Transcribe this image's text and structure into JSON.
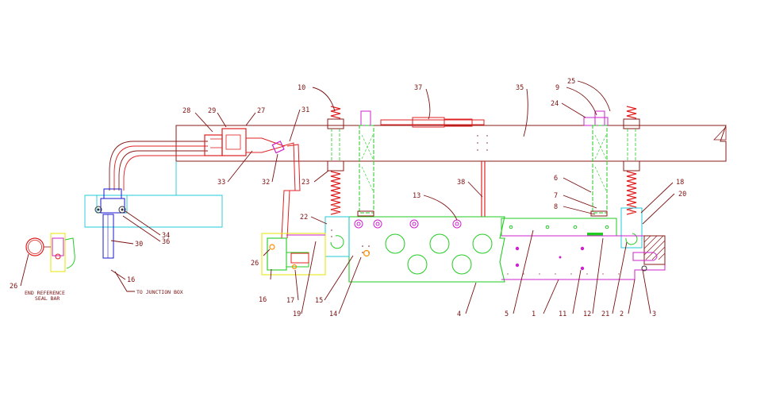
{
  "colors": {
    "frame": "#8b1a1a",
    "leader": "#7a1010",
    "green": "#22cc22",
    "cyan": "#22c8d8",
    "magenta": "#cc22cc",
    "red": "#e02020",
    "blue": "#1a1acc",
    "yellow": "#e6e600",
    "orange": "#ff8c00"
  },
  "notes": {
    "to_junction_box": "TO JUNCTION BOX",
    "end_ref_line1": "END REFERENCE",
    "end_ref_line2": "SEAL BAR"
  },
  "callouts": [
    {
      "id": "c1",
      "text": "1"
    },
    {
      "id": "c2",
      "text": "2"
    },
    {
      "id": "c3",
      "text": "3"
    },
    {
      "id": "c4",
      "text": "4"
    },
    {
      "id": "c5",
      "text": "5"
    },
    {
      "id": "c6",
      "text": "6"
    },
    {
      "id": "c7",
      "text": "7"
    },
    {
      "id": "c8",
      "text": "8"
    },
    {
      "id": "c9",
      "text": "9"
    },
    {
      "id": "c10",
      "text": "10"
    },
    {
      "id": "c11",
      "text": "11"
    },
    {
      "id": "c12",
      "text": "12"
    },
    {
      "id": "c13",
      "text": "13"
    },
    {
      "id": "c14",
      "text": "14"
    },
    {
      "id": "c15",
      "text": "15"
    },
    {
      "id": "c16a",
      "text": "16"
    },
    {
      "id": "c16b",
      "text": "16"
    },
    {
      "id": "c17",
      "text": "17"
    },
    {
      "id": "c18",
      "text": "18"
    },
    {
      "id": "c19",
      "text": "19"
    },
    {
      "id": "c20",
      "text": "20"
    },
    {
      "id": "c21",
      "text": "21"
    },
    {
      "id": "c22",
      "text": "22"
    },
    {
      "id": "c23",
      "text": "23"
    },
    {
      "id": "c24",
      "text": "24"
    },
    {
      "id": "c25",
      "text": "25"
    },
    {
      "id": "c26a",
      "text": "26"
    },
    {
      "id": "c26b",
      "text": "26"
    },
    {
      "id": "c27",
      "text": "27"
    },
    {
      "id": "c28",
      "text": "28"
    },
    {
      "id": "c29",
      "text": "29"
    },
    {
      "id": "c30",
      "text": "30"
    },
    {
      "id": "c31",
      "text": "31"
    },
    {
      "id": "c32",
      "text": "32"
    },
    {
      "id": "c33",
      "text": "33"
    },
    {
      "id": "c34",
      "text": "34"
    },
    {
      "id": "c35",
      "text": "35"
    },
    {
      "id": "c36",
      "text": "36"
    },
    {
      "id": "c37",
      "text": "37"
    },
    {
      "id": "c38",
      "text": "38"
    }
  ]
}
